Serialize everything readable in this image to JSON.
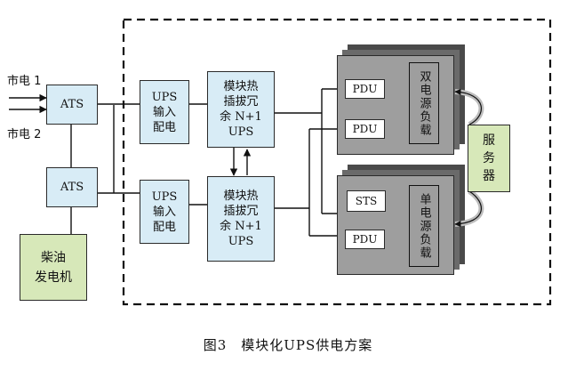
{
  "inputs": {
    "grid1": "市电 1",
    "grid2": "市电 2"
  },
  "ats_top": "ATS",
  "ats_bottom": "ATS",
  "generator": "柴油\n发电机",
  "ups_input_top": "UPS\n输入\n配电",
  "ups_input_bottom": "UPS\n输入\n配电",
  "ups_module_top": "模块热\n插拔冗\n余 N+1\nUPS",
  "ups_module_bottom": "模块热\n插拔冗\n余 N+1\nUPS",
  "rack_top": {
    "pdu1": "PDU",
    "pdu2": "PDU",
    "load": "双电源负载"
  },
  "rack_bottom": {
    "sts": "STS",
    "pdu": "PDU",
    "load": "单电源负载"
  },
  "server": "服\n务\n器",
  "caption": "图3　模块化UPS供电方案"
}
